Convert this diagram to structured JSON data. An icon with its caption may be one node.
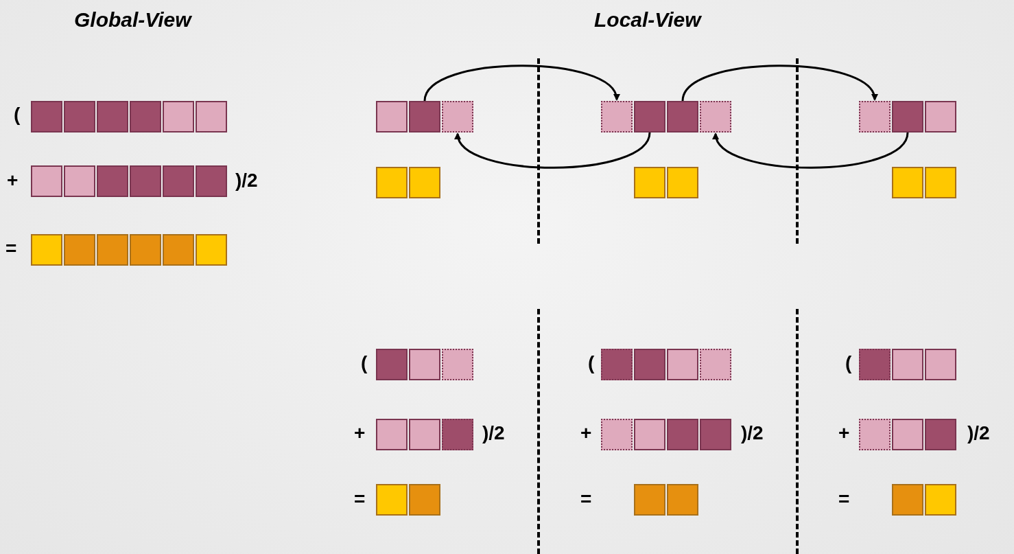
{
  "diagram": {
    "nodes": [
      {
        "text": [],
        "shape": "box"
      },
      {
        "text": [],
        "shape": "box"
      },
      {
        "text": [],
        "shape": "box"
      },
      {
        "text": [],
        "shape": "box"
      },
      {
        "text": [],
        "shape": "box"
      },
      {
        "text": [],
        "shape": "box"
      },
      {
        "text": [],
        "shape": "box"
      },
      {
        "text": [],
        "shape": "box"
      }
    ],
    "edges": [
      {
        "from": 0,
        "to": 2,
        "arrow": "to"
      },
      {
        "from": 3,
        "to": 1,
        "arrow": "to"
      },
      {
        "from": 4,
        "to": 6,
        "arrow": "to"
      },
      {
        "from": 7,
        "to": 5,
        "arrow": "to"
      }
    ],
    "labels": [
      "Global-View",
      "Local-View",
      "(",
      "+",
      ")/2",
      "=",
      "(",
      "(",
      "(",
      "+",
      ")/2",
      "+",
      ")/2",
      "+",
      ")/2",
      "=",
      "=",
      "="
    ]
  }
}
